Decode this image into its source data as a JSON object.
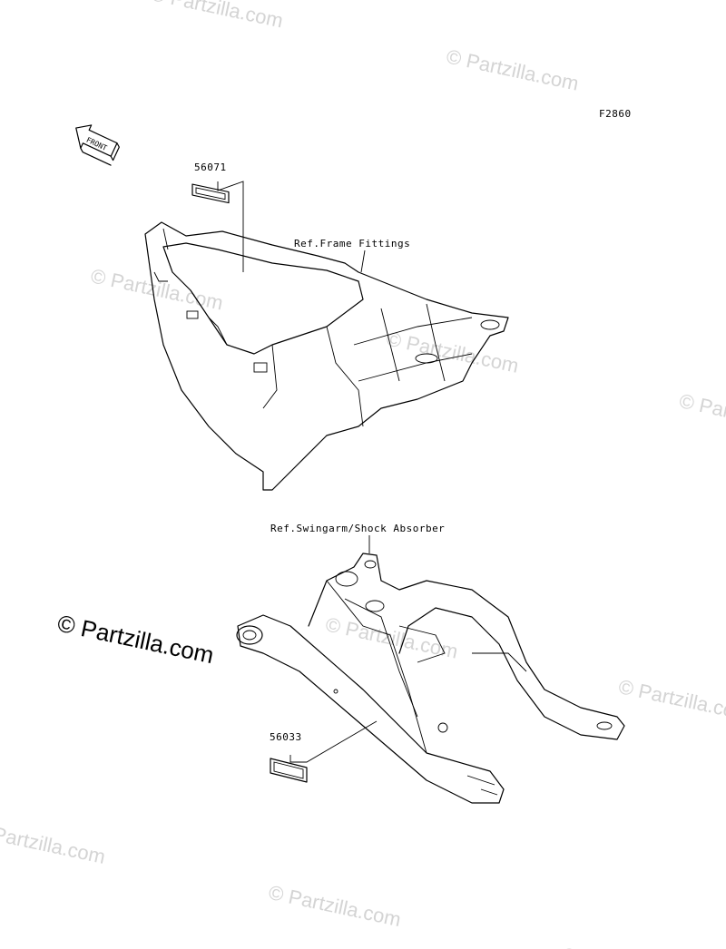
{
  "diagram": {
    "figure_code": "F2860",
    "front_arrow_label": "FRONT",
    "callouts": {
      "part_56071": "56071",
      "part_56033": "56033",
      "ref_frame_fittings": "Ref.Frame Fittings",
      "ref_swingarm": "Ref.Swingarm/Shock Absorber"
    },
    "watermark_text": "© Partzilla.com",
    "watermark_main": "© Partzilla.com"
  }
}
